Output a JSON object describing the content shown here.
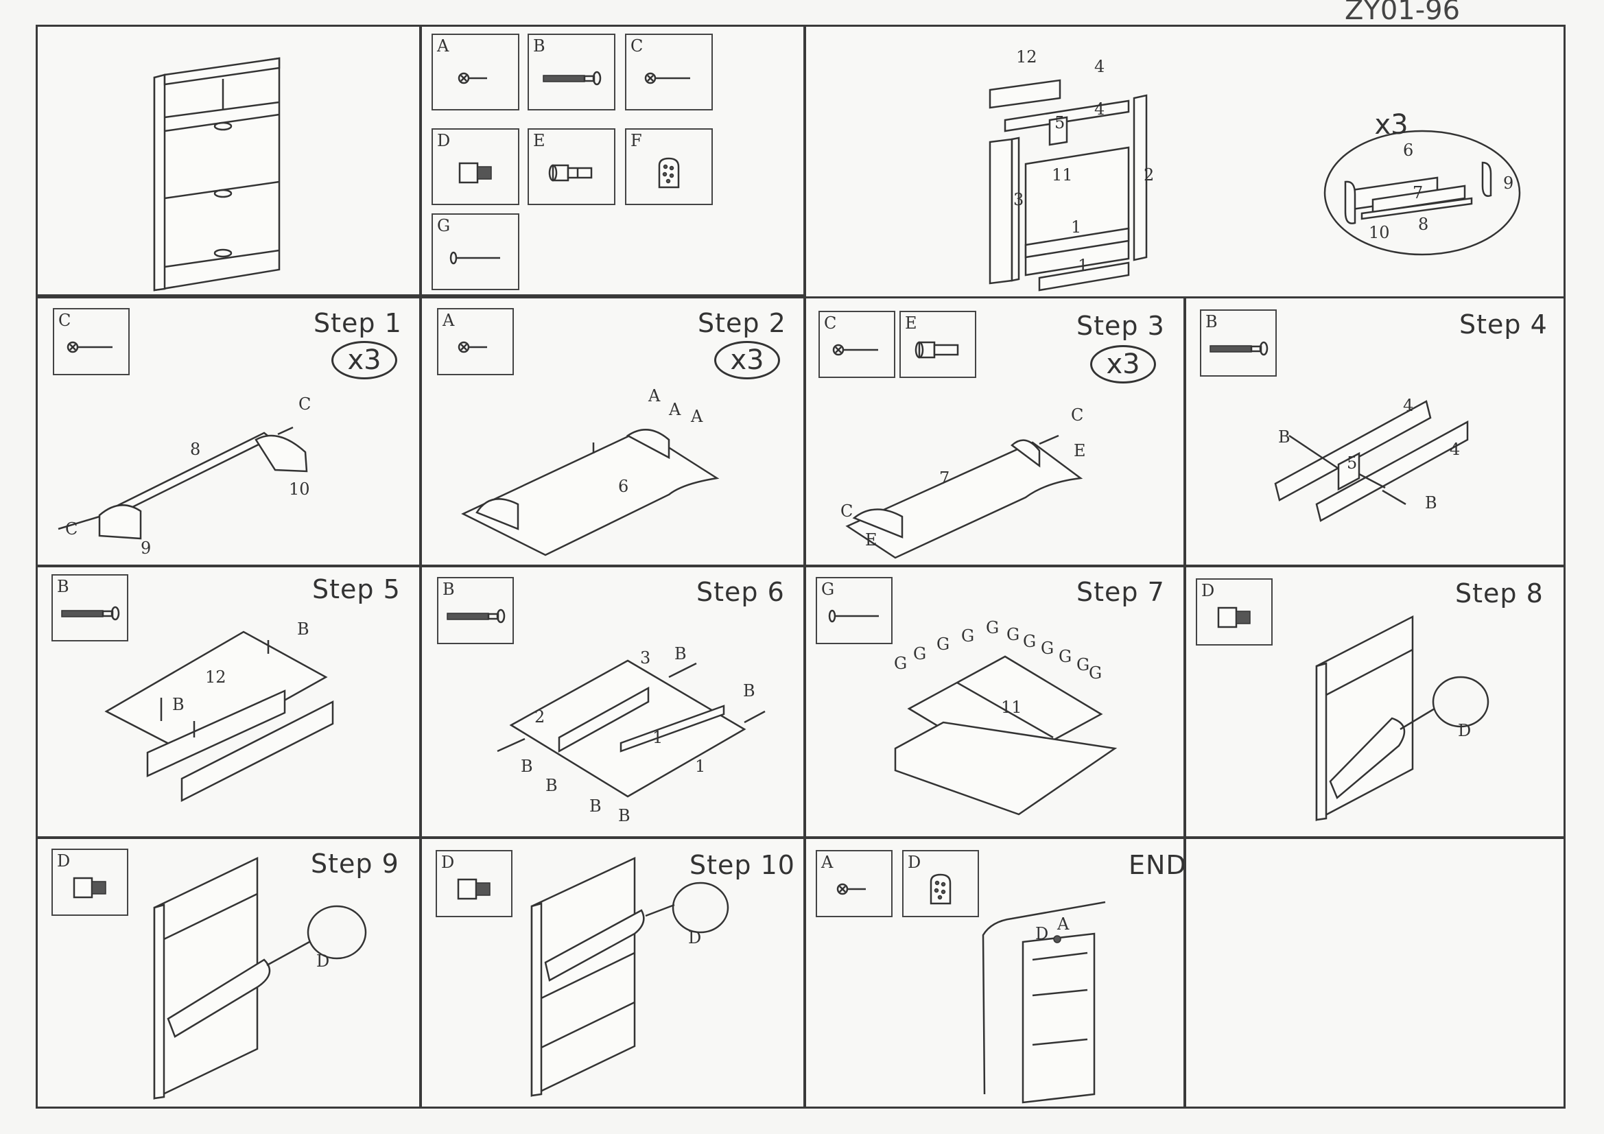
{
  "header": {
    "handwritten_code": "ZY01-96"
  },
  "parts": [
    {
      "letter": "A",
      "icon": "short-screw-icon"
    },
    {
      "letter": "B",
      "icon": "threaded-dowel-icon"
    },
    {
      "letter": "C",
      "icon": "long-screw-icon"
    },
    {
      "letter": "D",
      "icon": "connector-bolt-icon"
    },
    {
      "letter": "E",
      "icon": "plastic-pin-icon"
    },
    {
      "letter": "F",
      "icon": "wall-bracket-icon"
    },
    {
      "letter": "G",
      "icon": "nail-icon"
    }
  ],
  "overview": {
    "panel_numbers": [
      "12",
      "4",
      "4",
      "5",
      "11",
      "2",
      "3",
      "1",
      "1"
    ],
    "drawer": {
      "multiplier": "x3",
      "part_numbers": [
        "6",
        "7",
        "9",
        "10",
        "8"
      ]
    }
  },
  "steps": [
    {
      "title": "Step 1",
      "parts": [
        "C"
      ],
      "multiplier": "x3",
      "labels": [
        "C",
        "8",
        "10",
        "C",
        "9"
      ]
    },
    {
      "title": "Step 2",
      "parts": [
        "A"
      ],
      "multiplier": "x3",
      "labels": [
        "A",
        "A",
        "A",
        "6"
      ]
    },
    {
      "title": "Step 3",
      "parts": [
        "C",
        "E"
      ],
      "multiplier": "x3",
      "labels": [
        "C",
        "E",
        "7",
        "C",
        "E"
      ]
    },
    {
      "title": "Step 4",
      "parts": [
        "B"
      ],
      "multiplier": "",
      "labels": [
        "4",
        "B",
        "4",
        "5",
        "B"
      ]
    },
    {
      "title": "Step 5",
      "parts": [
        "B"
      ],
      "multiplier": "",
      "labels": [
        "B",
        "12",
        "B"
      ]
    },
    {
      "title": "Step 6",
      "parts": [
        "B"
      ],
      "multiplier": "",
      "labels": [
        "3",
        "B",
        "B",
        "2",
        "1",
        "1",
        "B",
        "B",
        "B",
        "B"
      ]
    },
    {
      "title": "Step 7",
      "parts": [
        "G"
      ],
      "multiplier": "",
      "labels": [
        "G",
        "G",
        "G",
        "G",
        "G",
        "G",
        "G",
        "G",
        "G",
        "G",
        "G",
        "11"
      ]
    },
    {
      "title": "Step 8",
      "parts": [
        "D"
      ],
      "multiplier": "",
      "labels": [
        "D"
      ]
    },
    {
      "title": "Step 9",
      "parts": [
        "D"
      ],
      "multiplier": "",
      "labels": [
        "D"
      ]
    },
    {
      "title": "Step 10",
      "parts": [
        "D"
      ],
      "multiplier": "",
      "labels": [
        "D"
      ]
    },
    {
      "title": "END",
      "parts": [
        "A",
        "D"
      ],
      "multiplier": "",
      "labels": [
        "D",
        "A"
      ]
    }
  ],
  "colors": {
    "ink": "#333333",
    "paper": "#f8f8f6"
  }
}
